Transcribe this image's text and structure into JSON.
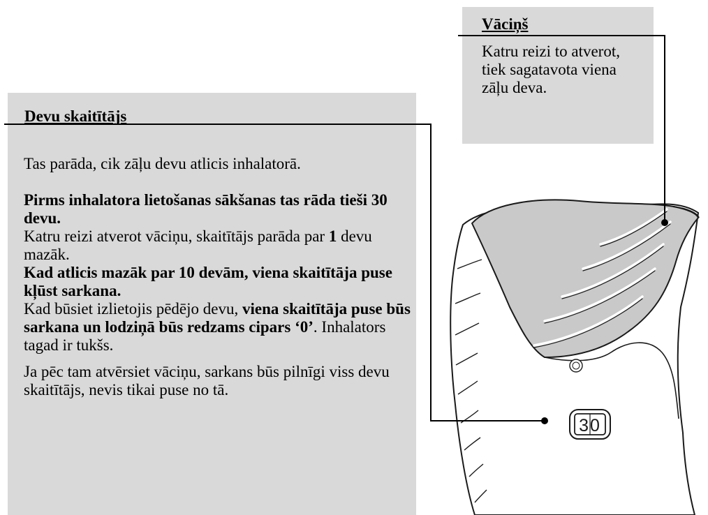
{
  "counter": {
    "title": "Devu skaitītājs",
    "p1": "Tas parāda, cik zāļu devu atlicis inhalatorā.",
    "p2_bold": "Pirms inhalatora lietošanas sākšanas tas rāda tieši 30 devu.",
    "p3_a": "Katru reizi atverot vāciņu, skaitītājs parāda par ",
    "p3_b": "1",
    "p3_c": " devu mazāk.",
    "p4_bold": "Kad atlicis mazāk par 10 devām, viena skaitītāja puse kļūst sarkana.",
    "p5_a": "Kad būsiet izlietojis pēdējo devu, ",
    "p5_b": "viena skaitītāja puse būs sarkana un lodziņā būs redzams cipars ‘0’",
    "p5_c": ". Inhalators tagad ir tukšs.",
    "p6": "Ja pēc tam atvērsiet vāciņu, sarkans būs pilnīgi viss devu skaitītājs, nevis tikai puse no tā."
  },
  "cap": {
    "title": "Vāciņš",
    "text": "Katru reizi to atverot, tiek sagatavota viena zāļu deva."
  },
  "device": {
    "display_value": "30"
  }
}
